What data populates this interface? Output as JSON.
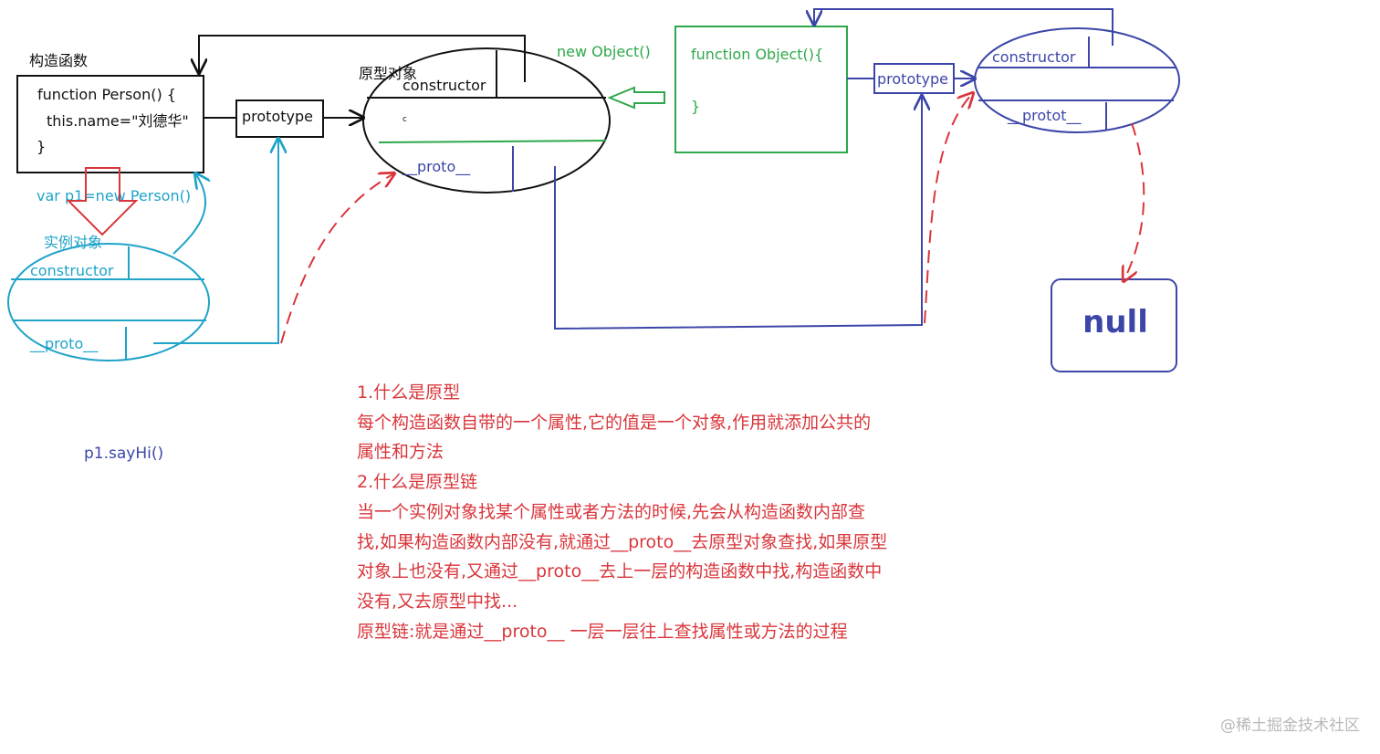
{
  "colors": {
    "black": "#111111",
    "red": "#d9363b",
    "green": "#2ea84a",
    "cyan": "#1fa3c9",
    "blue": "#3c46a8"
  },
  "constructor_box": {
    "title": "构造函数",
    "line1": "function Person() {",
    "line2": "this.name=\"刘德华\"",
    "line3": "}"
  },
  "prototype_label_1": "prototype",
  "prototype_label_2": "prototype",
  "prototype_object": {
    "title": "原型对象",
    "constructor": "constructor",
    "stray_mark": "c",
    "proto": "__proto__"
  },
  "new_object_label": "new Object()",
  "object_function": {
    "line1": "function Object(){",
    "line2": "}"
  },
  "object_prototype": {
    "constructor": "constructor",
    "proto": "__protot__"
  },
  "instance_code": "var  p1=new Person()",
  "instance": {
    "title": "实例对象",
    "constructor": "constructor",
    "proto": "__proto__"
  },
  "null_label": "null",
  "call_label": "p1.sayHi()",
  "notes": [
    "1.什么是原型",
    " 每个构造函数自带的一个属性,它的值是一个对象,作用就添加公共的",
    "属性和方法",
    "2.什么是原型链",
    "   当一个实例对象找某个属性或者方法的时候,先会从构造函数内部查",
    "找,如果构造函数内部没有,就通过__proto__去原型对象查找,如果原型",
    "对象上也没有,又通过__proto__去上一层的构造函数中找,构造函数中",
    "没有,又去原型中找...",
    "原型链:就是通过__proto__ 一层一层往上查找属性或方法的过程"
  ],
  "watermark": "@稀土掘金技术社区"
}
